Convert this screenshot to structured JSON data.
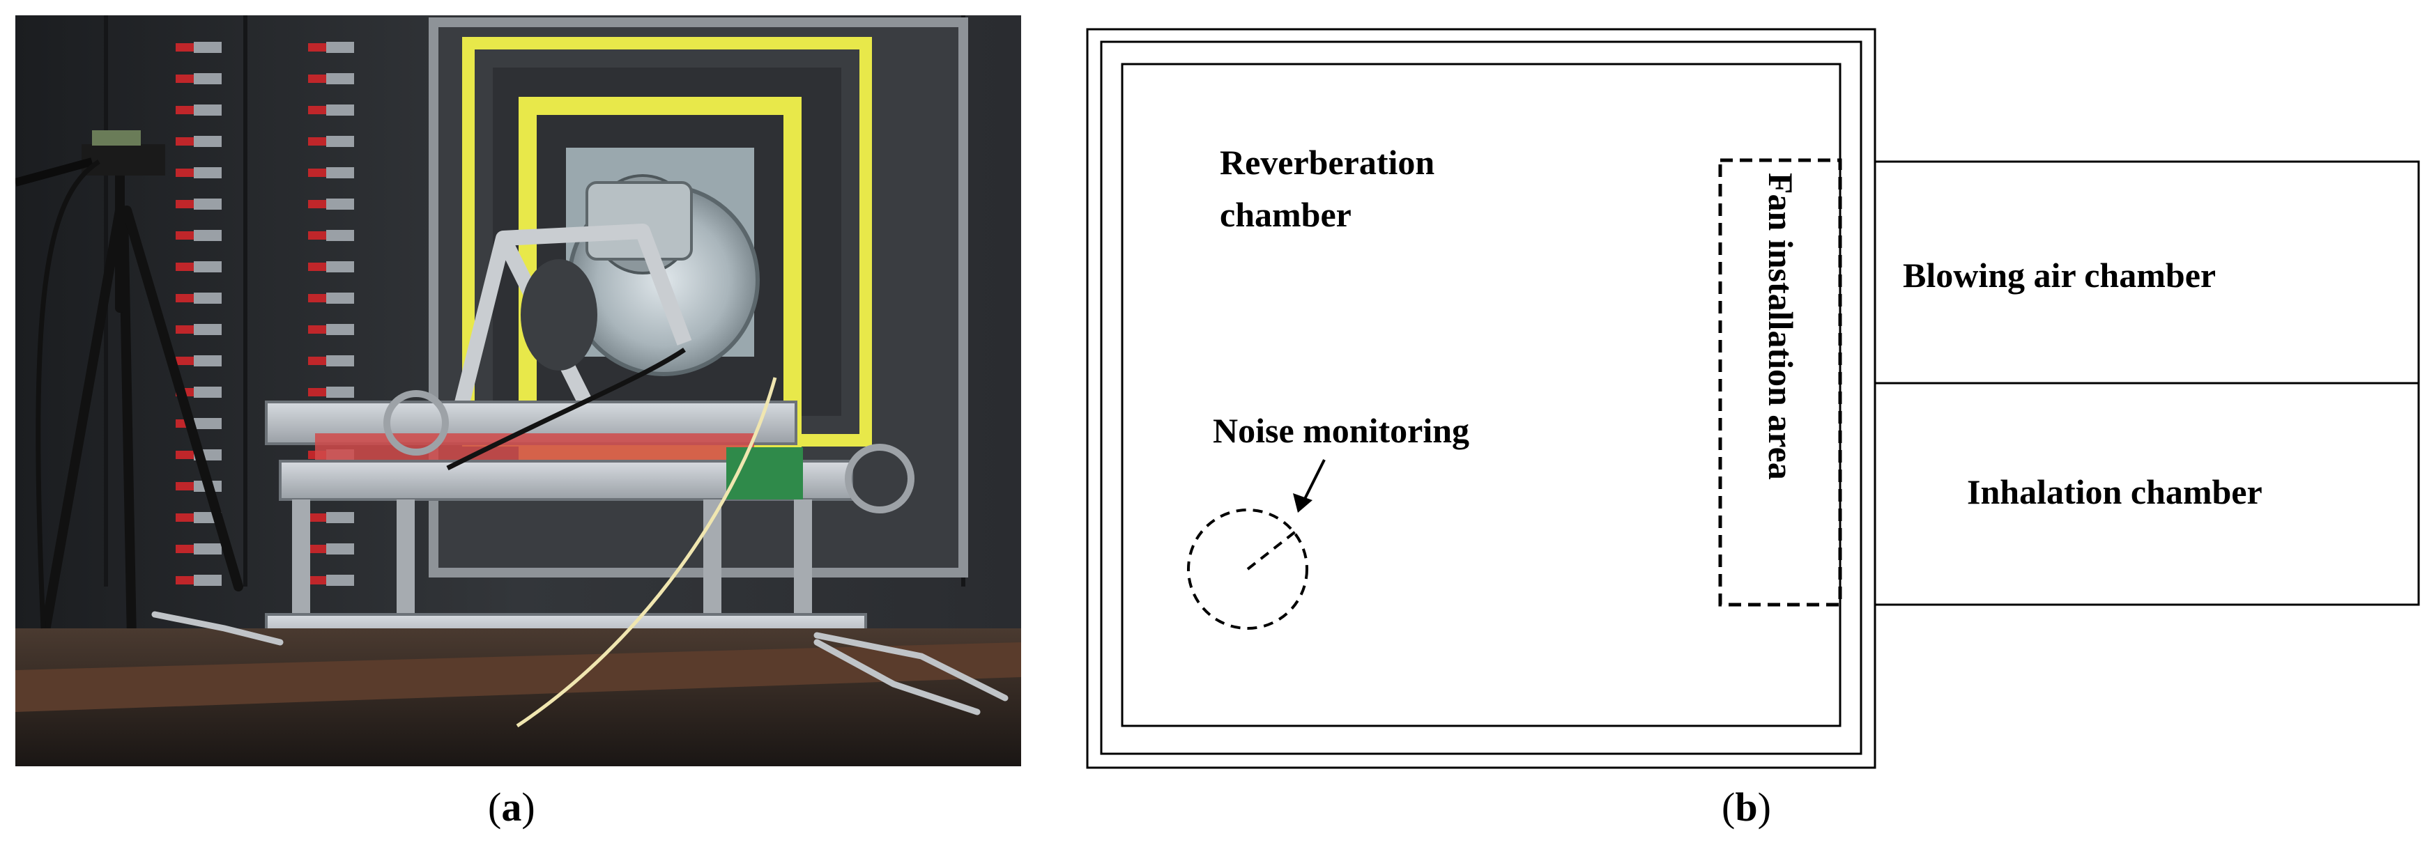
{
  "panel_a": {
    "caption_open": "(",
    "caption_letter": "a",
    "caption_close": ")"
  },
  "panel_b": {
    "caption_open": "(",
    "caption_letter": "b",
    "caption_close": ")",
    "labels": {
      "reverberation_line1": "Reverberation",
      "reverberation_line2": "chamber",
      "noise_monitoring": "Noise monitoring",
      "fan_installation_area": "Fan installation area",
      "blowing_air_chamber": "Blowing air chamber",
      "inhalation_chamber": "Inhalation chamber"
    }
  },
  "colors": {
    "tape_yellow": "#e8e84a",
    "wall_dark": "#2a2c30",
    "clamp_red": "#c0262a",
    "frame_aluminum": "#b8bcc0",
    "line_black": "#000000"
  }
}
